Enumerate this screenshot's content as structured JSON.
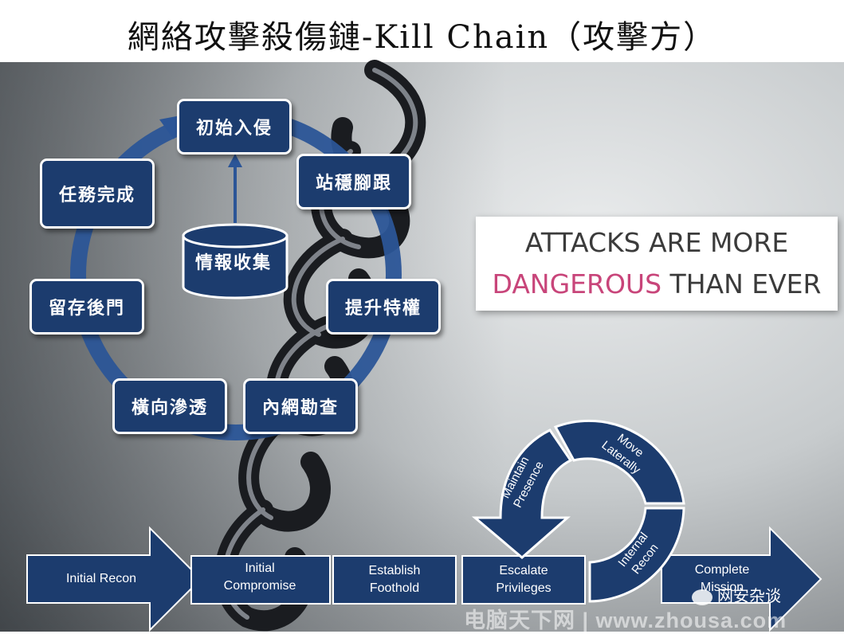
{
  "title": "網絡攻擊殺傷鏈-Kill Chain（攻擊方）",
  "cycle": {
    "top": "初始入侵",
    "foothold": "站穩腳跟",
    "privilege": "提升特權",
    "internal_recon": "內網勘查",
    "lateral": "橫向滲透",
    "persistence": "留存後門",
    "complete": "任務完成",
    "intel": "情報收集"
  },
  "banner": {
    "line1": "ATTACKS ARE MORE",
    "line2_highlight": "DANGEROUS",
    "line2_rest": " THAN EVER"
  },
  "stages": {
    "recon": "Initial Recon",
    "compromise_1": "Initial",
    "compromise_2": "Compromise",
    "foothold_1": "Establish",
    "foothold_2": "Foothold",
    "escalate_1": "Escalate",
    "escalate_2": "Privileges",
    "complete_1": "Complete",
    "complete_2": "Mission"
  },
  "loop": {
    "maintain_1": "Maintain",
    "maintain_2": "Presence",
    "move_1": "Move",
    "move_2": "Laterally",
    "internal_1": "Internal",
    "internal_2": "Recon"
  },
  "watermark": {
    "account": "网安杂谈",
    "site": "电脑天下网 | www.zhousa.com"
  },
  "colors": {
    "navy": "#1c3c6e",
    "cycle_ring": "#2b5597",
    "highlight": "#c8457a"
  }
}
